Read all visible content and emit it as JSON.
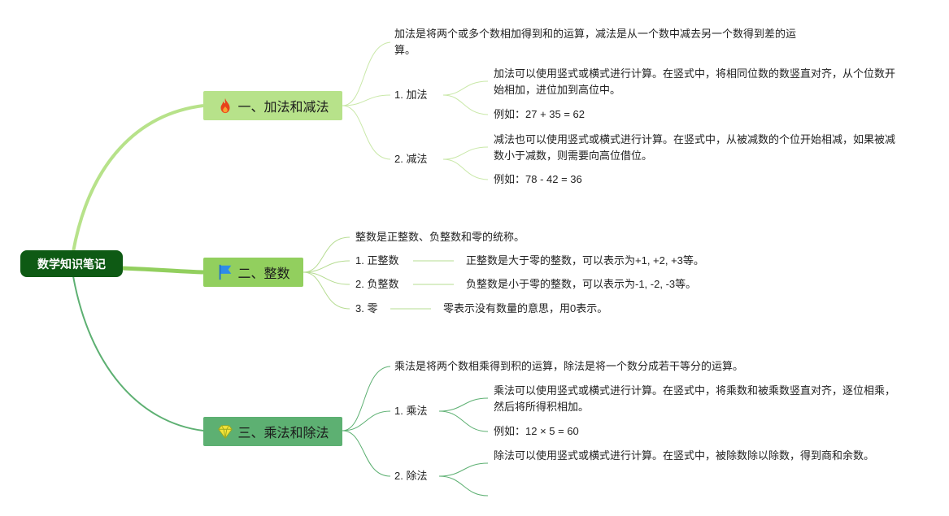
{
  "root": {
    "label": "数学知识笔记"
  },
  "branches": [
    {
      "label": "一、加法和减法",
      "icon": "fire-icon",
      "color": "#b7e28a",
      "summary": "加法是将两个或多个数相加得到和的运算，减法是从一个数中减去另一个数得到差的运算。",
      "items": [
        {
          "label": "1. 加法",
          "desc": "加法可以使用竖式或横式进行计算。在竖式中，将相同位数的数竖直对齐，从个位数开始相加，进位加到高位中。",
          "example": "例如：27 + 35 = 62"
        },
        {
          "label": "2. 减法",
          "desc": "减法也可以使用竖式或横式进行计算。在竖式中，从被减数的个位开始相减，如果被减数小于减数，则需要向高位借位。",
          "example": "例如：78 - 42 = 36"
        }
      ]
    },
    {
      "label": "二、整数",
      "icon": "flag-icon",
      "color": "#92cf5e",
      "summary": "整数是正整数、负整数和零的统称。",
      "items": [
        {
          "label": "1. 正整数",
          "desc": "正整数是大于零的整数，可以表示为+1, +2, +3等。"
        },
        {
          "label": "2. 负整数",
          "desc": "负整数是小于零的整数，可以表示为-1, -2, -3等。"
        },
        {
          "label": "3. 零",
          "desc": "零表示没有数量的意思，用0表示。"
        }
      ]
    },
    {
      "label": "三、乘法和除法",
      "icon": "diamond-icon",
      "color": "#5db072",
      "summary": "乘法是将两个数相乘得到积的运算，除法是将一个数分成若干等分的运算。",
      "items": [
        {
          "label": "1. 乘法",
          "desc": "乘法可以使用竖式或横式进行计算。在竖式中，将乘数和被乘数竖直对齐，逐位相乘，然后将所得积相加。",
          "example": "例如：12 × 5 = 60"
        },
        {
          "label": "2. 除法",
          "desc": "除法可以使用竖式或横式进行计算。在竖式中，被除数除以除数，得到商和余数。",
          "example": ""
        }
      ]
    }
  ],
  "colors": {
    "root": "#0e5a14",
    "link1": "#b7e28a",
    "link2": "#92cf5e",
    "link3": "#5db072"
  }
}
